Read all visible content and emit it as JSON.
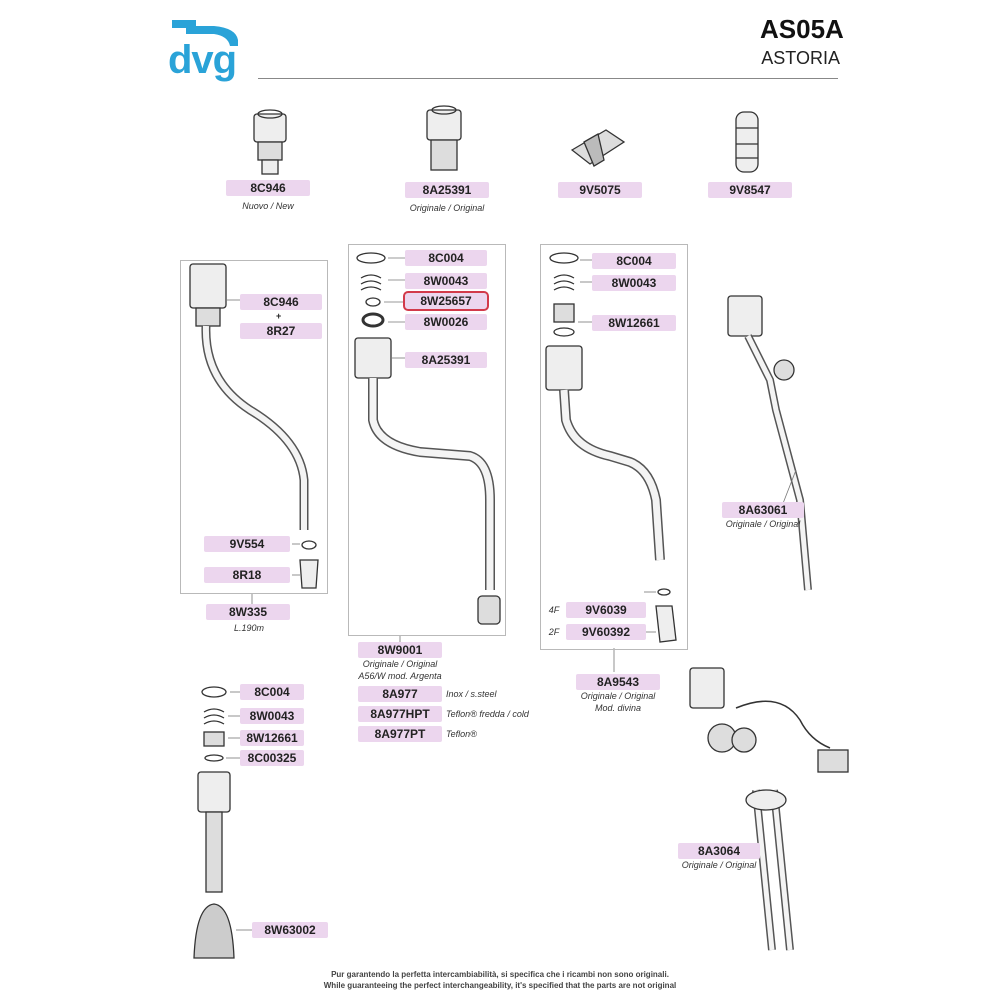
{
  "header": {
    "logo": "dvg",
    "code": "AS05A",
    "brand": "ASTORIA"
  },
  "top_row": [
    {
      "code": "8C946",
      "note": "Nuovo / New"
    },
    {
      "code": "8A25391",
      "note": "Originale / Original"
    },
    {
      "code": "9V5075",
      "note": ""
    },
    {
      "code": "9V8547",
      "note": ""
    }
  ],
  "box1": {
    "label_a": "8C946",
    "plus": "+",
    "label_b": "8R27",
    "label_c": "9V554",
    "label_d": "8R18",
    "label_e": "8W335",
    "note_e": "L.190m"
  },
  "box2": {
    "items": [
      "8C004",
      "8W0043",
      "8W25657",
      "8W0026",
      "8A25391"
    ],
    "below": [
      {
        "code": "8W9001",
        "note": "Originale / Original",
        "note2": "A56/W mod. Argenta"
      },
      {
        "code": "8A977",
        "note": "Inox / s.steel"
      },
      {
        "code": "8A977HPT",
        "note": "Teflon® fredda / cold"
      },
      {
        "code": "8A977PT",
        "note": "Teflon®"
      }
    ]
  },
  "box3": {
    "items": [
      "8C004",
      "8W0043",
      "8W12661"
    ],
    "tips": [
      {
        "prefix": "4F",
        "code": "9V6039"
      },
      {
        "prefix": "2F",
        "code": "9V60392"
      }
    ],
    "below": {
      "code": "8A9543",
      "note": "Originale / Original",
      "note2": "Mod. divina"
    }
  },
  "right": [
    {
      "code": "8A63061",
      "note": "Originale / Original"
    },
    {
      "code": "8A3064",
      "note": "Originale / Original"
    }
  ],
  "bottom_left": [
    "8C004",
    "8W0043",
    "8W12661",
    "8C00325",
    "8W63002"
  ],
  "footer": {
    "line1": "Pur garantendo la perfetta intercambiabilità, si specifica che i ricambi non sono originali.",
    "line2": "While guaranteeing the perfect interchangeability, it's specified that the parts are not original"
  },
  "colors": {
    "label_bg": "#ecd6ee",
    "highlight": "#d23a4a",
    "logo": "#2aa3d8"
  }
}
